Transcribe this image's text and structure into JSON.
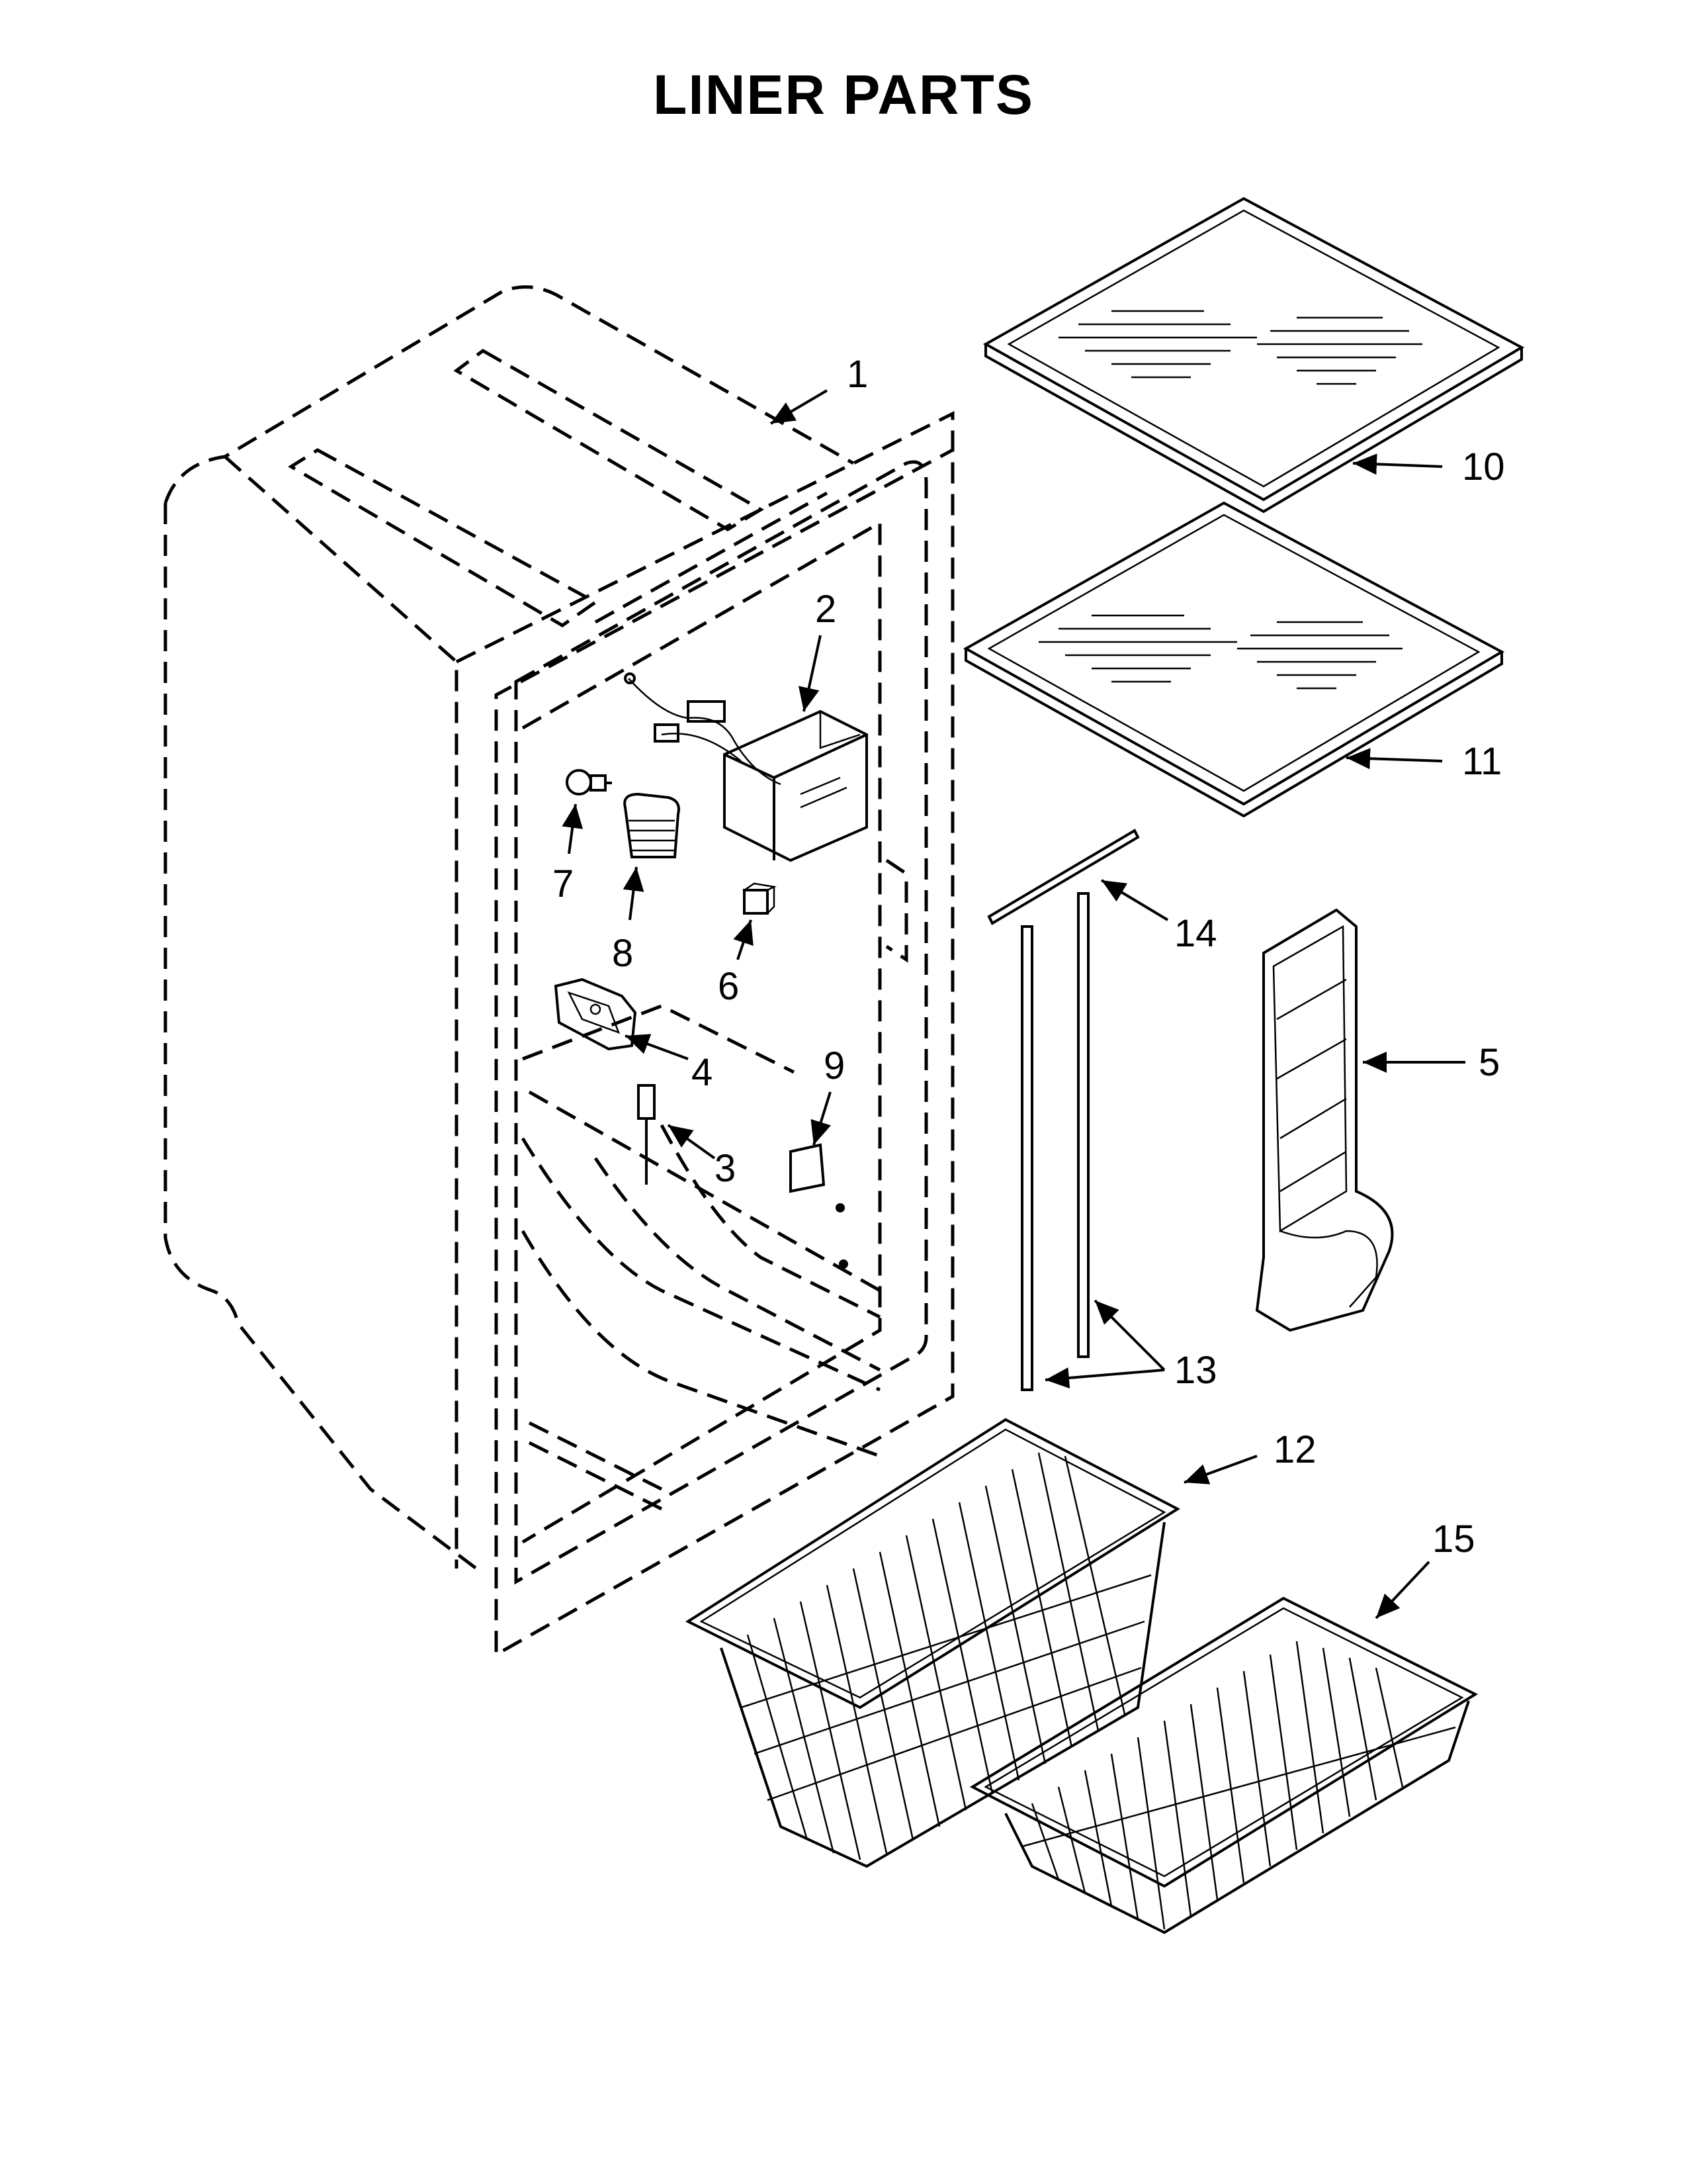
{
  "title": "LINER PARTS",
  "callouts": {
    "c1": "1",
    "c2": "2",
    "c3": "3",
    "c4": "4",
    "c5": "5",
    "c6": "6",
    "c7": "7",
    "c8": "8",
    "c9": "9",
    "c10": "10",
    "c11": "11",
    "c12": "12",
    "c13": "13",
    "c14": "14",
    "c15": "15"
  }
}
